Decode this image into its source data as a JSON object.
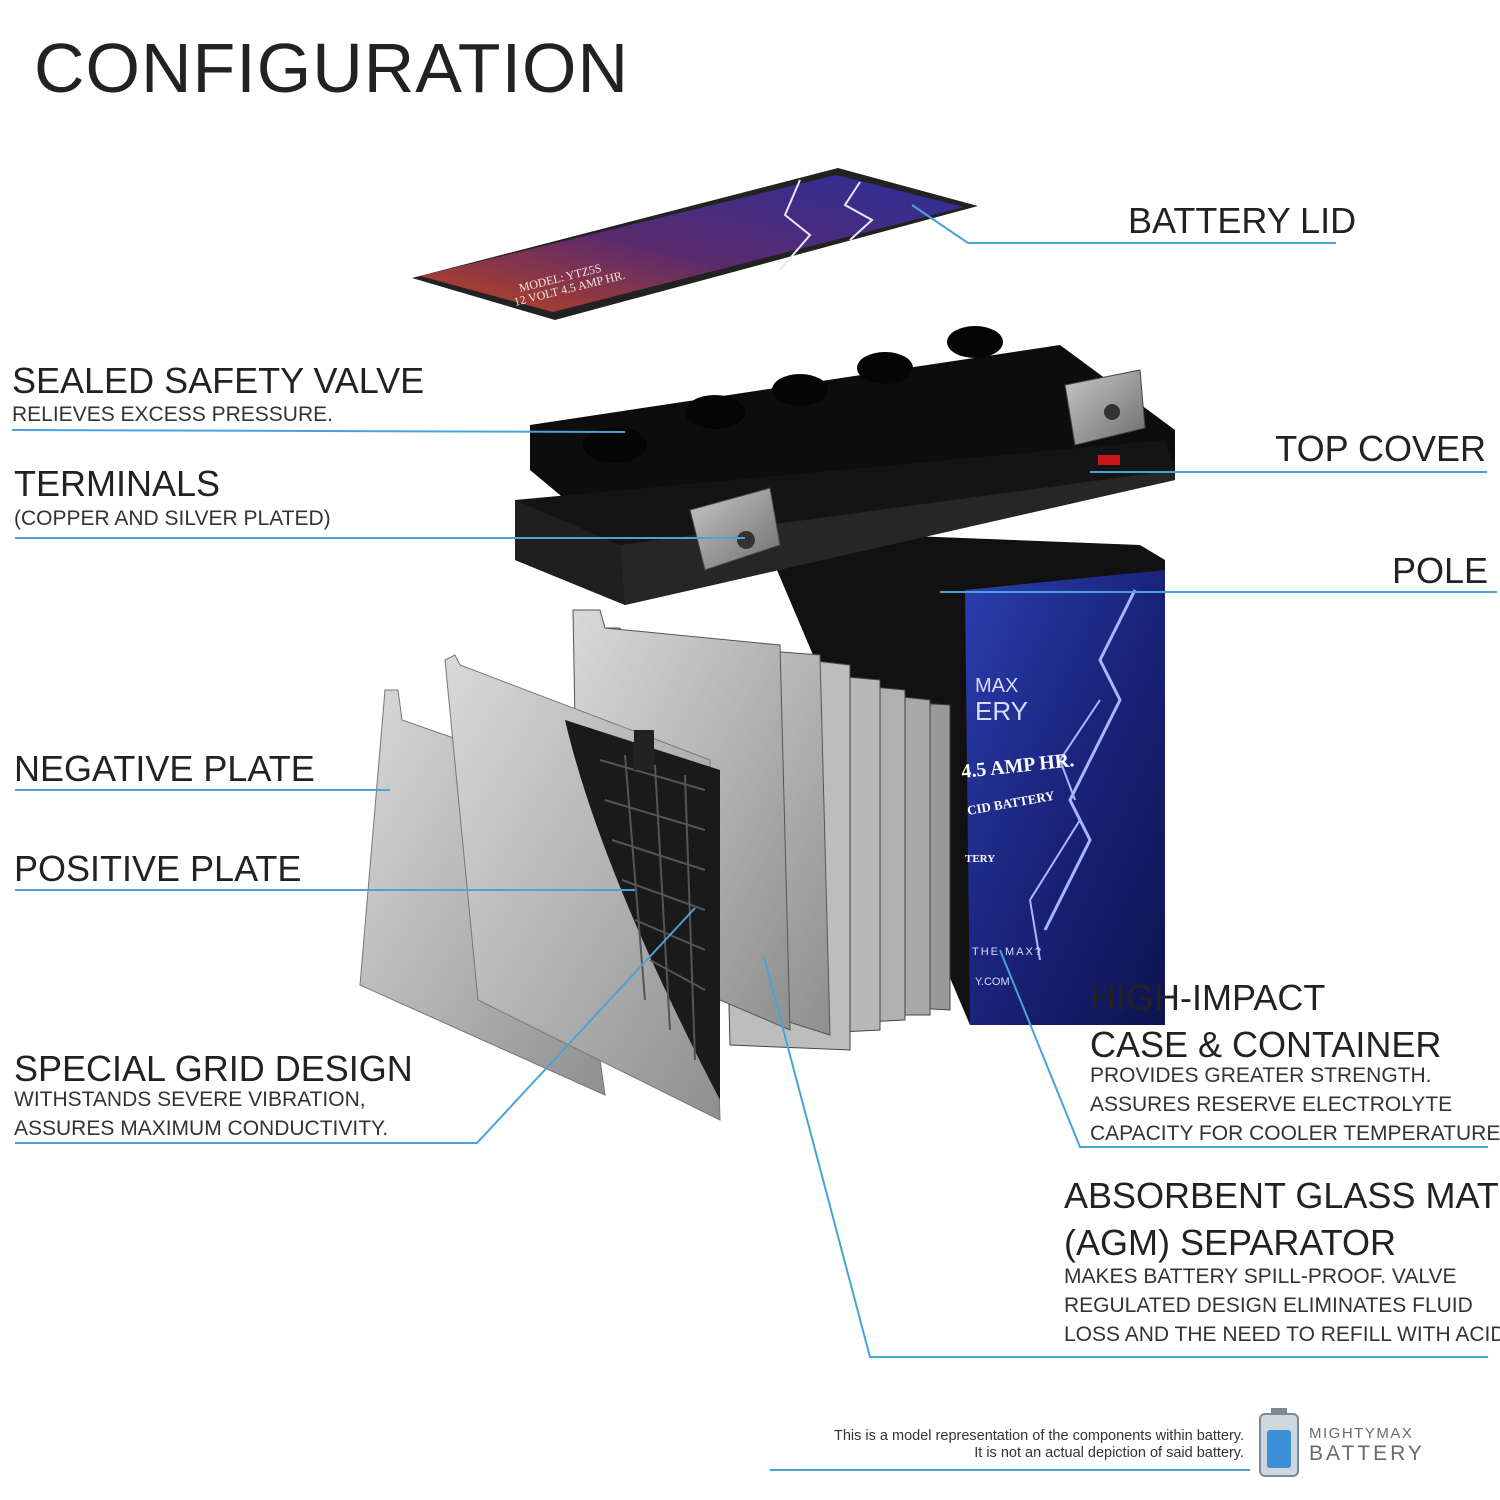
{
  "title": "CONFIGURATION",
  "labels": {
    "battery_lid": "BATTERY LID",
    "sealed_safety_valve": {
      "title": "SEALED SAFETY VALVE",
      "desc": "RELIEVES EXCESS PRESSURE."
    },
    "terminals": {
      "title": "TERMINALS",
      "desc": "(COPPER AND SILVER PLATED)"
    },
    "top_cover": "TOP COVER",
    "pole": "POLE",
    "negative_plate": "NEGATIVE PLATE",
    "positive_plate": "POSITIVE PLATE",
    "special_grid_design": {
      "title": "SPECIAL GRID DESIGN",
      "desc1": "WITHSTANDS SEVERE VIBRATION,",
      "desc2": "ASSURES MAXIMUM CONDUCTIVITY."
    },
    "high_impact_case": {
      "title1": "HIGH-IMPACT",
      "title2": "CASE & CONTAINER",
      "desc1": "PROVIDES GREATER STRENGTH.",
      "desc2": "ASSURES RESERVE ELECTROLYTE",
      "desc3": "CAPACITY FOR COOLER TEMPERATURES."
    },
    "agm_separator": {
      "title1": "ABSORBENT GLASS MAT",
      "title2": "(AGM) SEPARATOR",
      "desc1": "MAKES BATTERY SPILL-PROOF. VALVE",
      "desc2": "REGULATED DESIGN ELIMINATES FLUID",
      "desc3": "LOSS AND THE NEED TO REFILL WITH ACID."
    }
  },
  "battery_printing": {
    "lid_model": "MODEL: YTZ5S",
    "lid_spec": "12 VOLT 4.5 AMP HR.",
    "case_brand1": "MAX",
    "case_brand2": "ERY",
    "case_spec": "4.5 AMP HR.",
    "case_type": "CID BATTERY",
    "case_tag": "TERY",
    "case_slogan": "THE MAX?",
    "case_url": "Y.COM"
  },
  "footer": {
    "disclaimer1": "This is a model representation of the components within battery.",
    "disclaimer2": "It is not an actual depiction of said battery.",
    "brand_line1": "MIGHTYMAX",
    "brand_line2": "BATTERY"
  },
  "colors": {
    "leader_line": "#4aa3d8",
    "text": "#222222",
    "case_blue": "#1e2c8a",
    "lid_red": "#b03a1e",
    "cover_black": "#111111"
  }
}
